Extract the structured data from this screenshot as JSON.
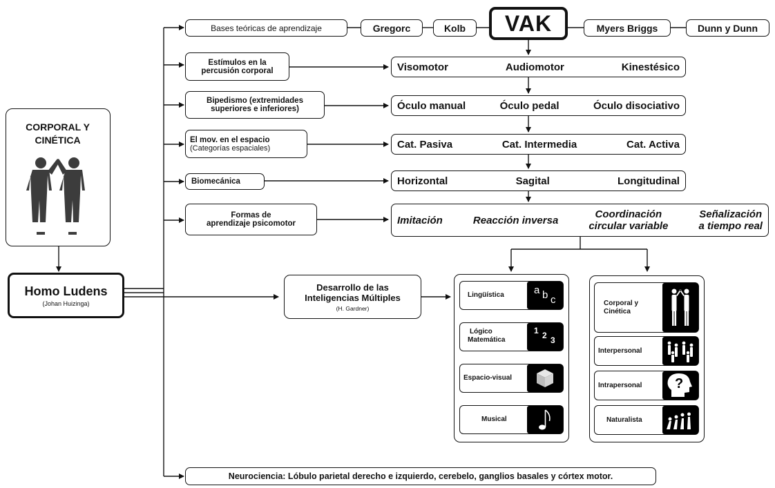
{
  "corporal_panel": {
    "title_line1": "CORPORAL Y",
    "title_line2": "CINÉTICA"
  },
  "homo": {
    "title": "Homo Ludens",
    "subtitle": "(Johan Huizinga)"
  },
  "top_row": {
    "bases": "Bases teóricas de aprendizaje",
    "gregorc": "Gregorc",
    "kolb": "Kolb",
    "vak": "VAK",
    "myers": "Myers Briggs",
    "dunn": "Dunn y Dunn"
  },
  "left_items": {
    "estimulos_l1": "Estímulos en la",
    "estimulos_l2": "percusión corporal",
    "bipedismo_l1": "Bipedismo (extremidades",
    "bipedismo_l2": "superiores e inferiores)",
    "mov_l1": "El mov. en el espacio",
    "mov_l2": "(Categorías espaciales)",
    "biomecanica": "Biomecánica",
    "formas_l1": "Formas de",
    "formas_l2": "aprendizaje psicomotor"
  },
  "right_items": {
    "visomotor": "Visomotor",
    "audiomotor": "Audiomotor",
    "kinestesico": "Kinestésico",
    "oculo_manual": "Óculo manual",
    "oculo_pedal": "Óculo pedal",
    "oculo_disociativo": "Óculo disociativo",
    "cat_pasiva": "Cat. Pasiva",
    "cat_intermedia": "Cat. Intermedia",
    "cat_activa": "Cat. Activa",
    "horizontal": "Horizontal",
    "sagital": "Sagital",
    "longitudinal": "Longitudinal",
    "imitacion": "Imitación",
    "reaccion": "Reacción inversa",
    "coord_l1": "Coordinación",
    "coord_l2": "circular variable",
    "senal_l1": "Señalización",
    "senal_l2": "a tiempo real"
  },
  "gardner": {
    "title_l1": "Desarrollo de las",
    "title_l2": "Inteligencias Múltiples",
    "author": "(H. Gardner)"
  },
  "intelligences_left": {
    "linguistica": "Lingüística",
    "logico_l1": "Lógico",
    "logico_l2": "Matemática",
    "espacio": "Espacio-visual",
    "musical": "Musical",
    "abc_a": "a",
    "abc_b": "b",
    "abc_c": "c",
    "num_1": "1",
    "num_2": "2",
    "num_3": "3"
  },
  "intelligences_right": {
    "corporal_l1": "Corporal y",
    "corporal_l2": "Cinética",
    "interpersonal": "Interpersonal",
    "intrapersonal": "Intrapersonal",
    "naturalista": "Naturalista",
    "question": "?"
  },
  "neuro": {
    "text": "Neurociencia: Lóbulo parietal derecho e izquierdo, cerebelo, ganglios basales y córtex motor."
  }
}
